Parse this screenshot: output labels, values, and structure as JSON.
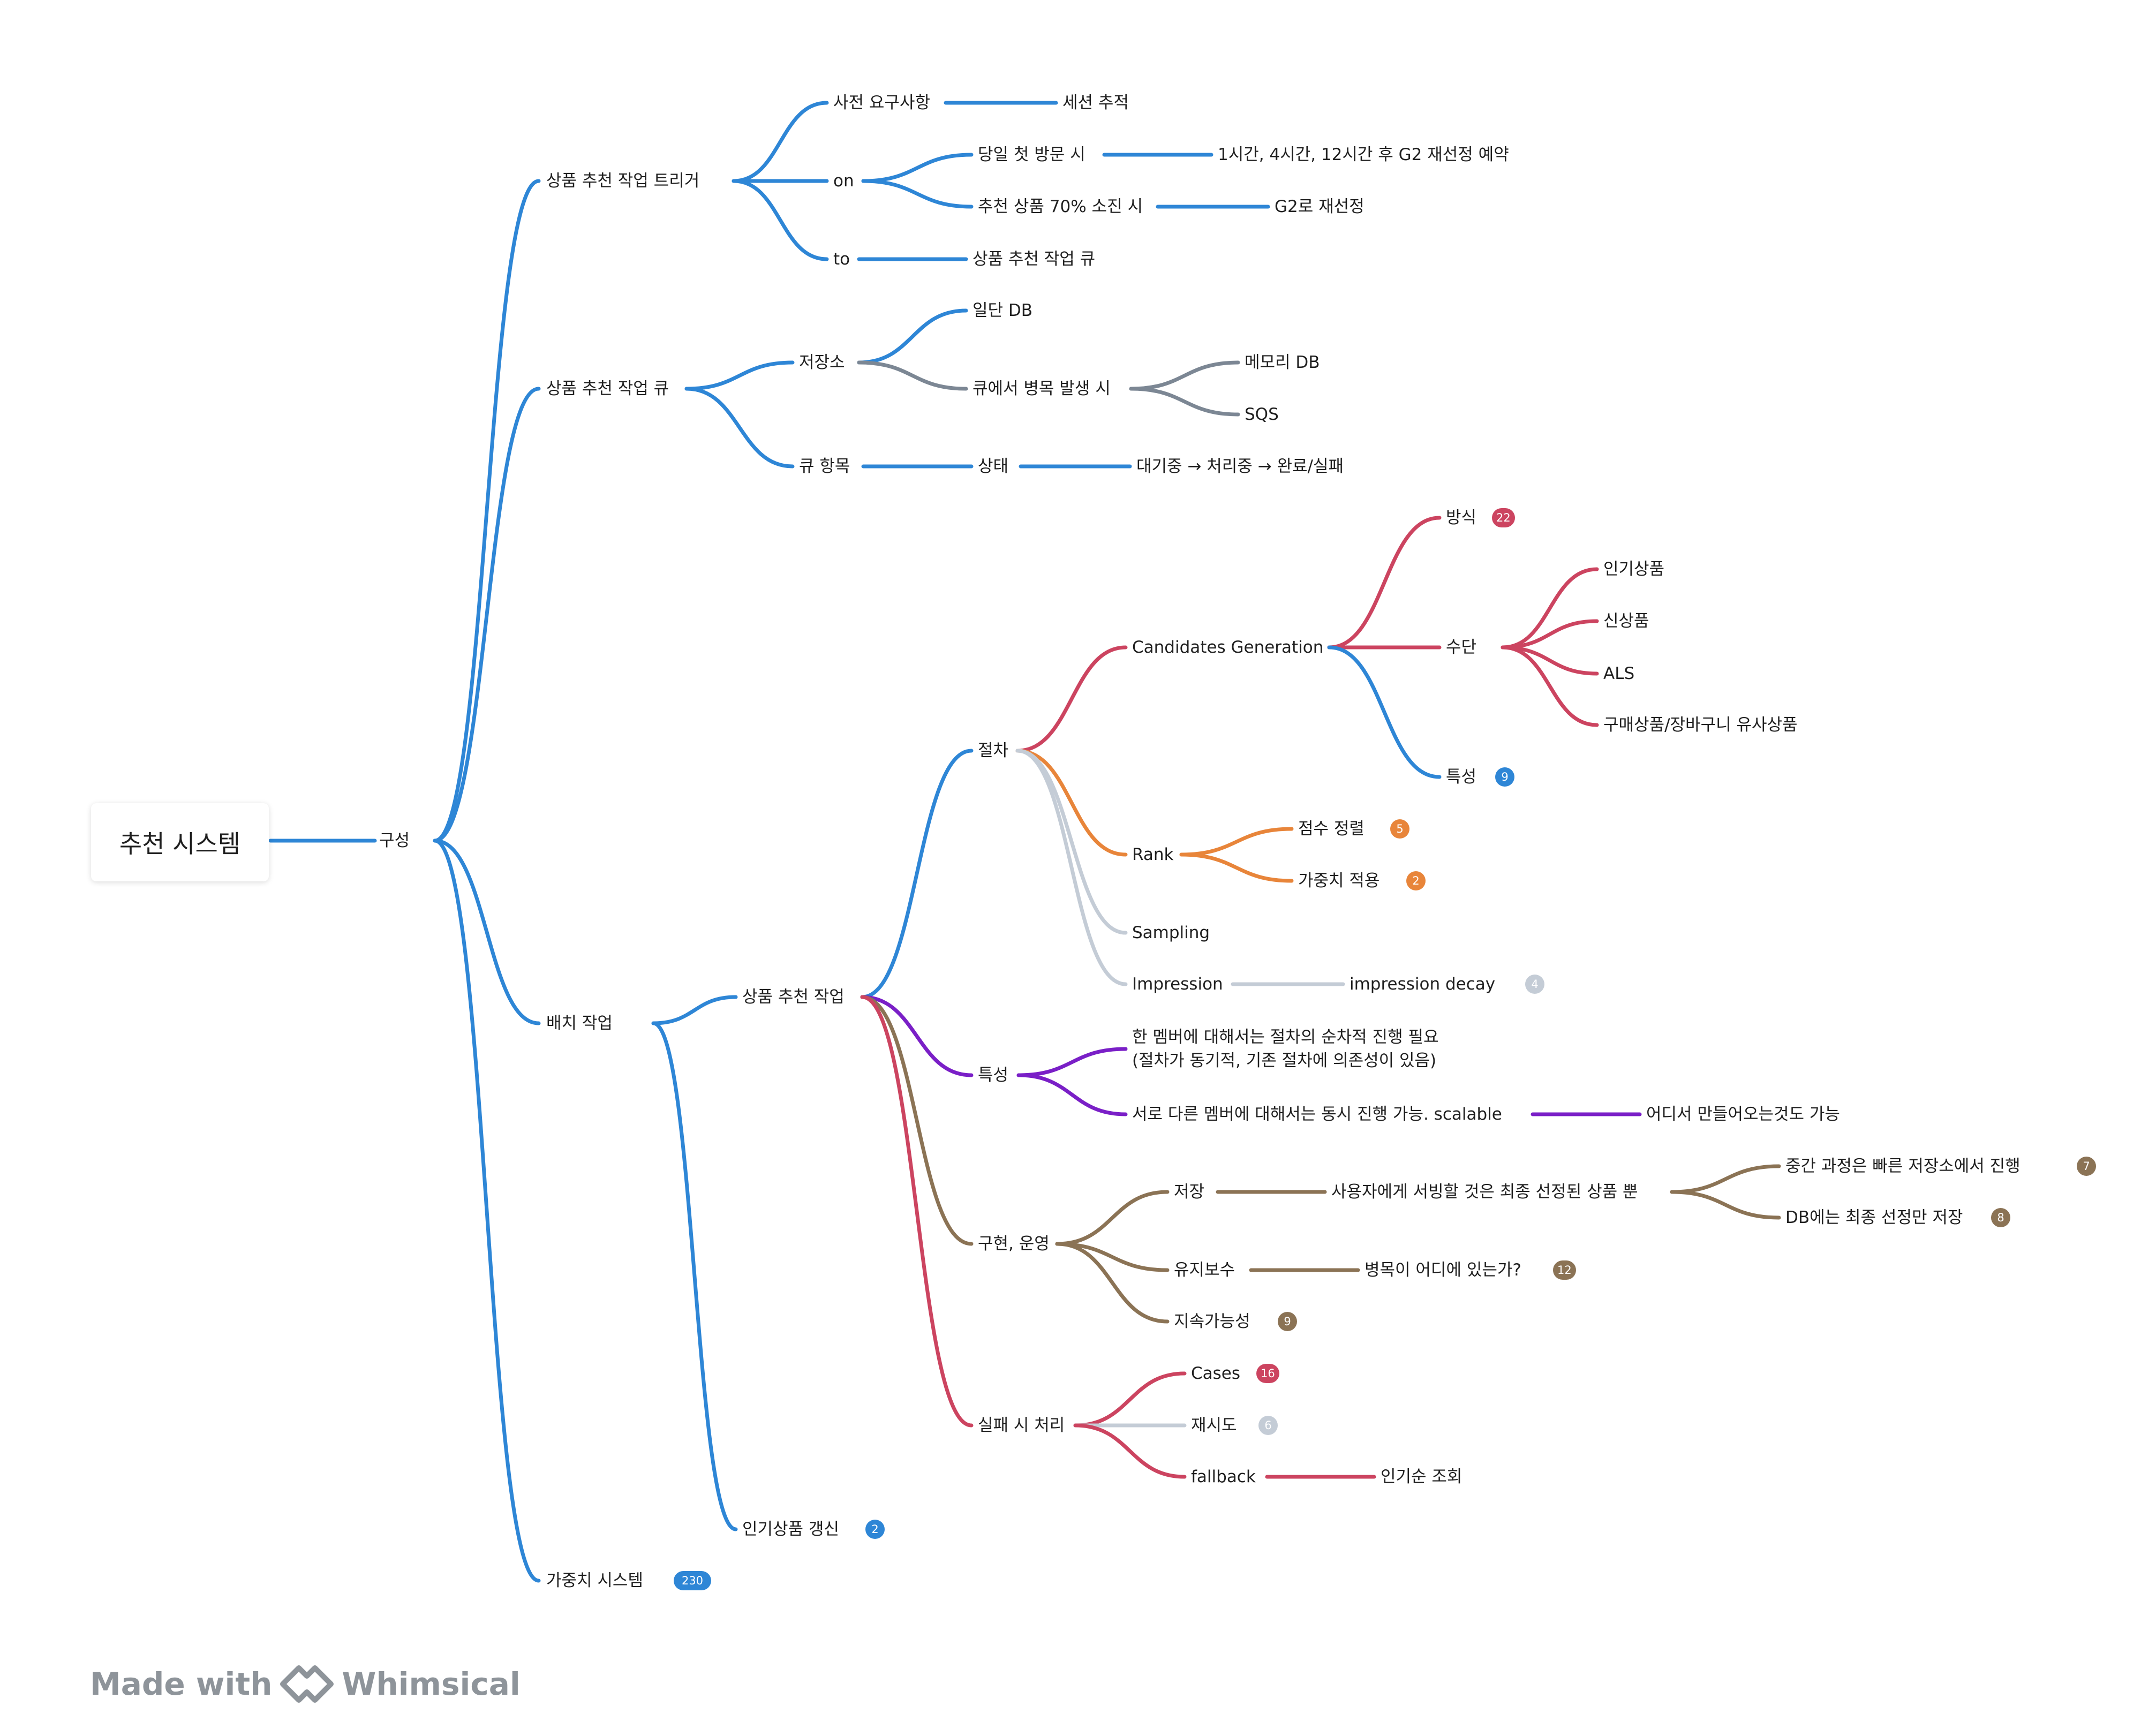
{
  "colors": {
    "blue": "#2e86d6",
    "gray": "#7c8794",
    "red": "#cc4460",
    "orange": "#e8853a",
    "lightgray": "#c4ccd6",
    "purple": "#7a1fc7",
    "brown": "#8b7355"
  },
  "root": {
    "label": "추천 시스템"
  },
  "nodes": {
    "config": "구성",
    "trigger": "상품 추천 작업 트리거",
    "prereq": "사전 요구사항",
    "session": "세션 추적",
    "on": "on",
    "first_visit": "당일 첫 방문 시",
    "reselect_schedule": "1시간, 4시간, 12시간 후 G2 재선정 예약",
    "exhausted": "추천 상품 70% 소진 시",
    "g2": "G2로 재선정",
    "to": "to",
    "queue_target": "상품 추천 작업 큐",
    "queue": "상품 추천 작업 큐",
    "storage": "저장소",
    "temp_db": "일단 DB",
    "bottleneck": "큐에서 병목 발생 시",
    "memdb": "메모리 DB",
    "sqs": "SQS",
    "queue_item": "큐 항목",
    "state": "상태",
    "flow": "대기중 → 처리중 → 완료/실패",
    "batch": "배치 작업",
    "job": "상품 추천 작업",
    "procedure": "절차",
    "cand_gen": "Candidates Generation",
    "method": "방식",
    "means": "수단",
    "popular": "인기상품",
    "new_item": "신상품",
    "als": "ALS",
    "similar": "구매상품/장바구니 유사상품",
    "feature_cg": "특성",
    "rank": "Rank",
    "score_sort": "점수 정렬",
    "weight_apply": "가중치 적용",
    "sampling": "Sampling",
    "impression": "Impression",
    "impression_decay": "impression decay",
    "feature": "특성",
    "sequential_line1": "한 멤버에 대해서는 절차의 순차적 진행 필요",
    "sequential_line2": "(절차가 동기적, 기존 절차에 의존성이 있음)",
    "parallel": "서로 다른 멤버에 대해서는 동시 진행 가능. scalable",
    "anywhere": "어디서 만들어오는것도 가능",
    "impl": "구현, 운영",
    "store": "저장",
    "serve_final": "사용자에게 서빙할 것은 최종 선정된 상품 뿐",
    "fast_store": "중간 과정은 빠른 저장소에서 진행",
    "db_final": "DB에는 최종 선정만 저장",
    "maintenance": "유지보수",
    "where_bottleneck": "병목이 어디에 있는가?",
    "sustainability": "지속가능성",
    "failure": "실패 시 처리",
    "cases": "Cases",
    "retry": "재시도",
    "fallback": "fallback",
    "popular_lookup": "인기순 조회",
    "popular_refresh": "인기상품 갱신",
    "weight_system": "가중치 시스템"
  },
  "badges": {
    "method": "22",
    "feature_cg": "9",
    "score_sort": "5",
    "weight_apply": "2",
    "impression_decay": "4",
    "fast_store": "7",
    "db_final": "8",
    "where_bottleneck": "12",
    "sustainability": "9",
    "cases": "16",
    "retry": "6",
    "popular_refresh": "2",
    "weight_system": "230"
  },
  "watermark": {
    "prefix": "Made with",
    "brand": "Whimsical"
  }
}
